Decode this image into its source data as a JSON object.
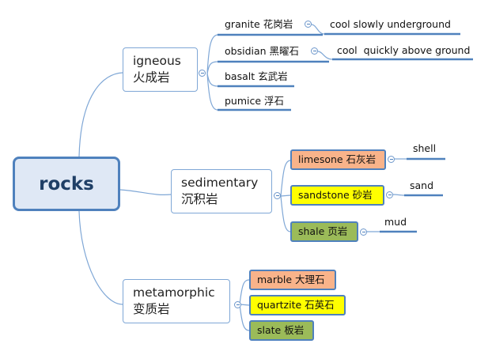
{
  "root": {
    "label": "rocks"
  },
  "igneous": {
    "label_en": "igneous",
    "label_zh": "火成岩",
    "children": [
      {
        "label": "granite 花岗岩",
        "note": "cool slowly underground"
      },
      {
        "label": "obsidian 黑曜石",
        "note": "cool  quickly above ground"
      },
      {
        "label": "basalt 玄武岩"
      },
      {
        "label": "pumice 浮石"
      }
    ]
  },
  "sedimentary": {
    "label_en": "sedimentary",
    "label_zh": "沉积岩",
    "children": [
      {
        "label": "limesone 石灰岩",
        "note": "shell",
        "fill": "#f9b38a"
      },
      {
        "label": "sandstone 砂岩",
        "note": "sand",
        "fill": "#ffff00"
      },
      {
        "label": "shale 页岩",
        "note": "mud",
        "fill": "#9bbb59"
      }
    ]
  },
  "metamorphic": {
    "label_en": "metamorphic",
    "label_zh": "变质岩",
    "children": [
      {
        "label": "marble 大理石",
        "fill": "#f9b38a"
      },
      {
        "label": "quartzite 石英石",
        "fill": "#ffff00"
      },
      {
        "label": "slate 板岩",
        "fill": "#9bbb59"
      }
    ]
  },
  "colors": {
    "connector": "#7fa7d6",
    "underline": "#4f81bd",
    "root_fill": "#dfe8f5",
    "root_border": "#4f81bd"
  }
}
